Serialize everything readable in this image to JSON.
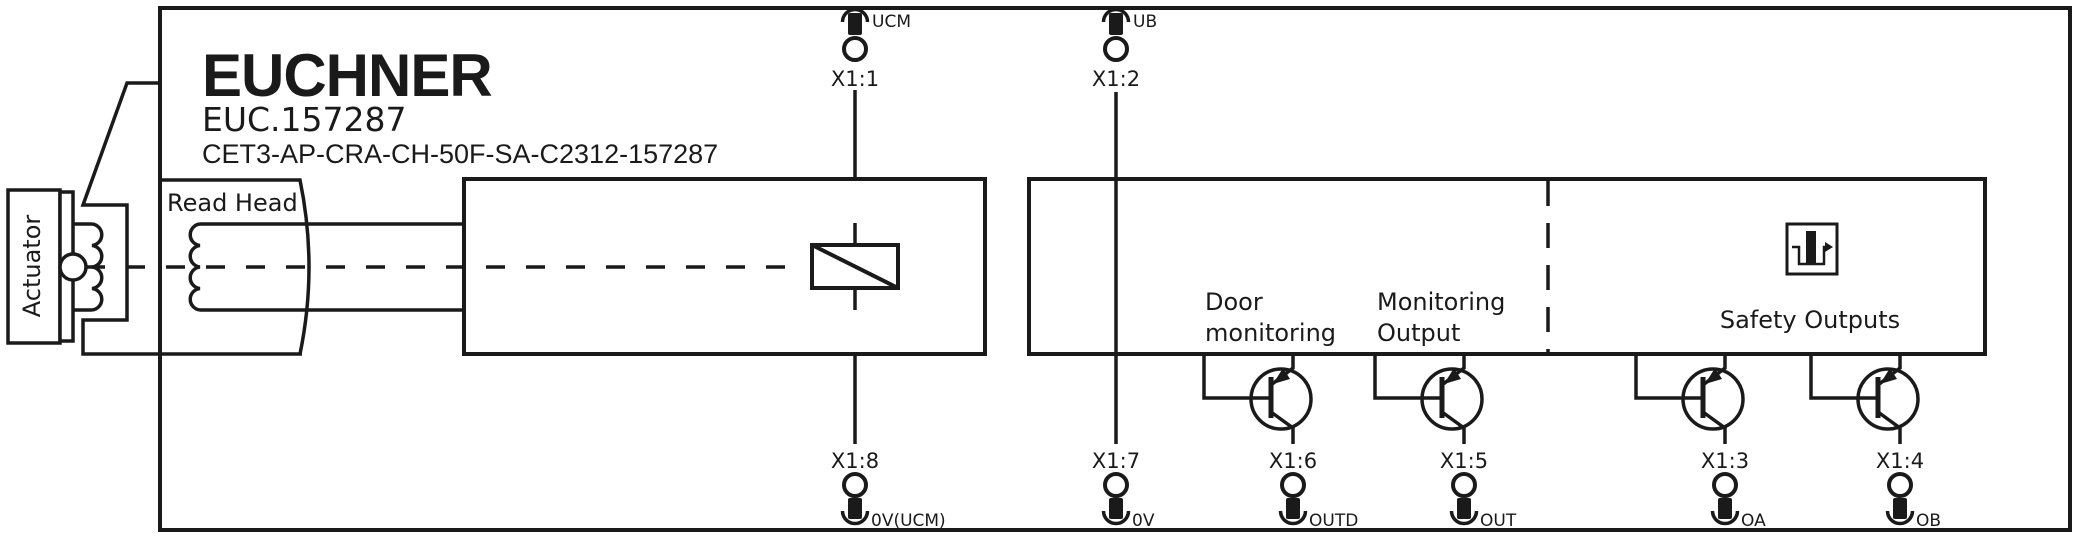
{
  "header": {
    "brand": "EUCHNER",
    "order_code": "EUC.157287",
    "type_code": "CET3-AP-CRA-CH-50F-SA-C2312-157287"
  },
  "labels": {
    "actuator": "Actuator",
    "read_head": "Read Head",
    "door_monitoring": [
      "Door",
      "monitoring"
    ],
    "monitoring_output": [
      "Monitoring",
      "Output"
    ],
    "safety_outputs": "Safety Outputs"
  },
  "terminals": {
    "top": [
      {
        "id": "X1:1",
        "signal": "UCM"
      },
      {
        "id": "X1:2",
        "signal": "UB"
      }
    ],
    "bottom": [
      {
        "id": "X1:8",
        "signal": "0V(UCM)"
      },
      {
        "id": "X1:7",
        "signal": "0V"
      },
      {
        "id": "X1:6",
        "signal": "OUTD"
      },
      {
        "id": "X1:5",
        "signal": "OUT"
      },
      {
        "id": "X1:3",
        "signal": "OA"
      },
      {
        "id": "X1:4",
        "signal": "OB"
      }
    ]
  },
  "icons": {
    "relay": "relay-coil-icon",
    "pulsed_output": "pulsed-safety-output-icon",
    "transistor": "pnp-transistor-icon",
    "plug": "plug-connection-icon",
    "coil": "transponder-coil-icon"
  },
  "colors": {
    "line": "#1a1a1a",
    "background": "#ffffff"
  }
}
